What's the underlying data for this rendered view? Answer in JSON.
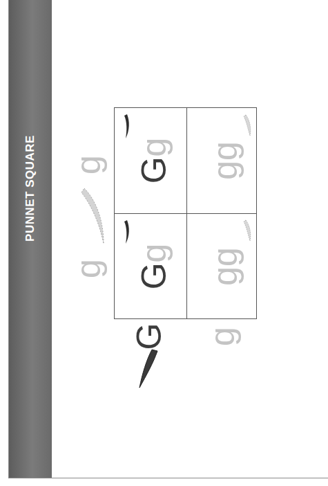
{
  "diagram": {
    "title": "PUNNET SQUARE",
    "nodes": [
      {
        "text": [
          "Gg"
        ]
      },
      {
        "text": [
          "gg"
        ]
      },
      {
        "text": [
          "Gg"
        ]
      },
      {
        "text": [
          "gg"
        ]
      }
    ],
    "labels": [
      "g",
      "g",
      "G",
      "g"
    ]
  }
}
